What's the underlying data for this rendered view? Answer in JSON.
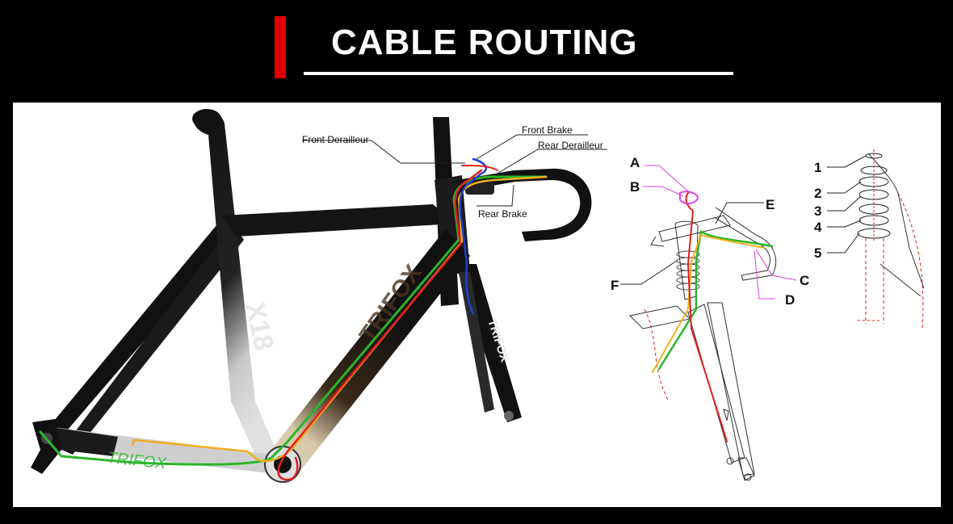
{
  "header": {
    "title": "CABLE ROUTING",
    "accent_color": "#e00000"
  },
  "frame": {
    "brand_logo": "TRIFOX",
    "model_mark": "X18",
    "fork_logo": "TRIFOX"
  },
  "callouts": {
    "front_derailleur": "Front Derailleur",
    "front_brake": "Front Brake",
    "rear_derailleur": "Rear Derailleur",
    "rear_brake": "Rear Brake"
  },
  "cockpit_labels": [
    "A",
    "B",
    "C",
    "D",
    "E",
    "F"
  ],
  "headset_labels": [
    "1",
    "2",
    "3",
    "4",
    "5"
  ],
  "cable_colors": {
    "green": "#2bb52b",
    "red": "#e02020",
    "yellow": "#f0b020",
    "blue": "#1f3fd0",
    "callout": "#e040e0"
  }
}
